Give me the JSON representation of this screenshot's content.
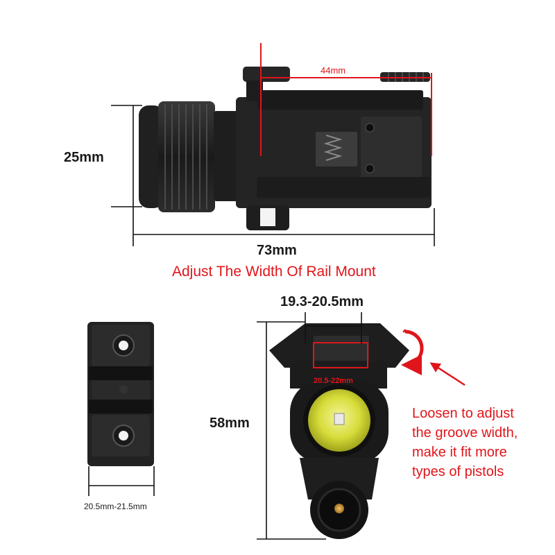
{
  "top_view": {
    "width_label": "44mm",
    "height_label": "25mm",
    "length_label": "73mm",
    "caption": "Adjust The Width Of Rail Mount"
  },
  "front_view": {
    "clamp_width_label": "19.3-20.5mm",
    "groove_label": "20.5-22mm",
    "height_label": "58mm",
    "note_lines": [
      "Loosen to adjust",
      "the groove width,",
      "make it fit more",
      "types of pistols"
    ]
  },
  "insert": {
    "width_label": "20.5mm-21.5mm"
  },
  "colors": {
    "accent_red": "#e0151b",
    "body_black": "#1c1c1c",
    "lens_yellow": "#d7dc3a"
  }
}
